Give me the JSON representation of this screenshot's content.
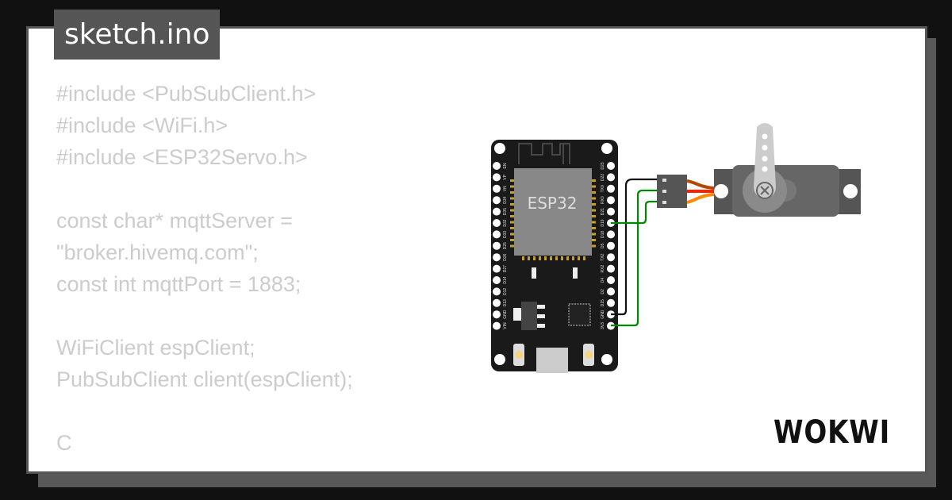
{
  "title": "sketch.ino",
  "code_lines": [
    "#include <PubSubClient.h>",
    "#include <WiFi.h>",
    "#include <ESP32Servo.h>",
    "",
    "const char* mqttServer = \"broker.hivemq.com\";",
    "const int mqttPort = 1883;",
    "",
    "WiFiClient espClient;",
    "PubSubClient client(espClient);",
    "",
    "C"
  ],
  "board": {
    "chip_label": "ESP32",
    "left_pins": [
      "EN",
      "VP",
      "VN",
      "D34",
      "D35",
      "D32",
      "D33",
      "D25",
      "D26",
      "D27",
      "D14",
      "D12",
      "D13",
      "GND",
      "VIN"
    ],
    "right_pins": [
      "D23",
      "D22",
      "TX0",
      "RX0",
      "D21",
      "D19",
      "D18",
      "D5",
      "TX2",
      "RX2",
      "D4",
      "D2",
      "D15",
      "GND",
      "3V3"
    ]
  },
  "logo": "WOKWI",
  "colors": {
    "wire_black": "#111111",
    "wire_green": "#008800",
    "servo_brown": "#b34700",
    "servo_red": "#ff2200",
    "servo_orange": "#ff8800"
  }
}
